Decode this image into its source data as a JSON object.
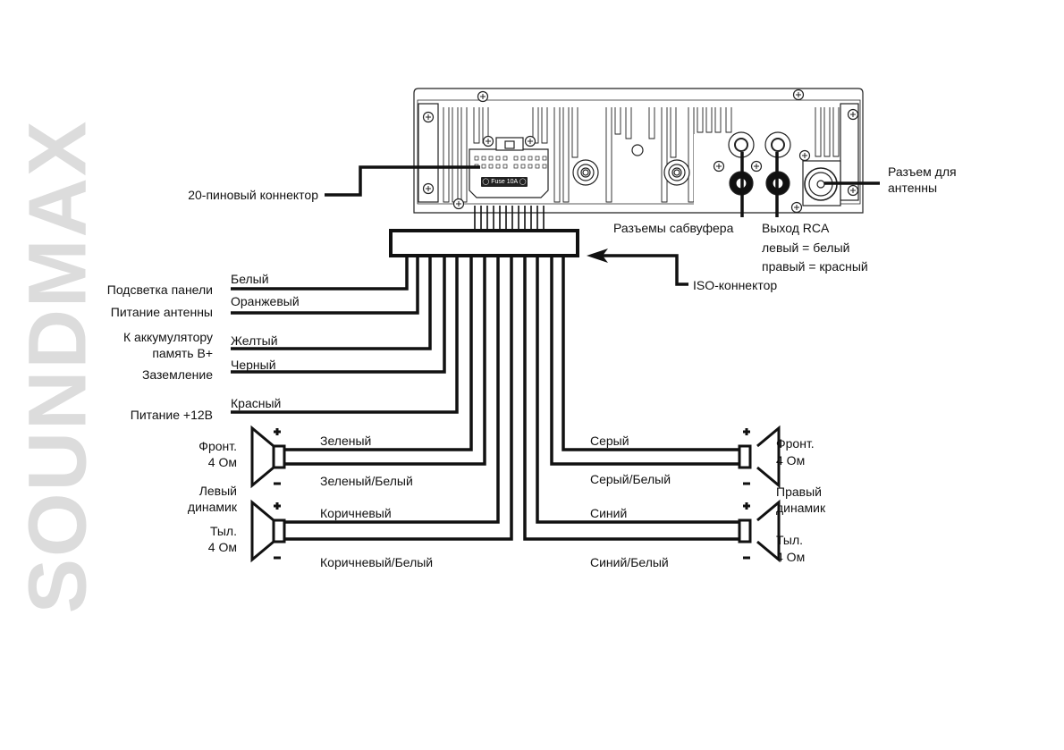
{
  "brand_watermark": "SOUNDMAX",
  "head_unit": {
    "connector_label": "20-пиновый коннектор",
    "fuse_label": "◯ Fuse 10A ◯",
    "subwoofer_label": "Разъемы сабвуфера",
    "rca_label": [
      "Выход RCA",
      "левый = белый",
      "правый = красный"
    ],
    "antenna_label": [
      "Разъем для",
      "антенны"
    ],
    "iso_label": "ISO-коннектор"
  },
  "left_wires": [
    {
      "function": "Подсветка панели",
      "color_label": "Белый"
    },
    {
      "function": "Питание антенны",
      "color_label": "Оранжевый"
    },
    {
      "function": [
        "К аккумулятору",
        "память B+"
      ],
      "color_label": "Желтый"
    },
    {
      "function": "Заземление",
      "color_label": "Черный"
    },
    {
      "function": "Питание +12В",
      "color_label": "Красный"
    }
  ],
  "speakers": {
    "left": {
      "group_label": [
        "Левый",
        "динамик"
      ],
      "front": {
        "label": [
          "Фронт.",
          "4 Ом"
        ],
        "plus_wire": "Зеленый",
        "minus_wire": "Зеленый/Белый"
      },
      "rear": {
        "label": [
          "Тыл.",
          "4 Ом"
        ],
        "plus_wire": "Коричневый",
        "minus_wire": "Коричневый/Белый"
      }
    },
    "right": {
      "group_label": [
        "Правый",
        "динамик"
      ],
      "front": {
        "label": [
          "Фронт.",
          "4 Ом"
        ],
        "plus_wire": "Серый",
        "minus_wire": "Серый/Белый"
      },
      "rear": {
        "label": [
          "Тыл.",
          "4 Ом"
        ],
        "plus_wire": "Синий",
        "minus_wire": "Синий/Белый"
      }
    },
    "plus_sign": "+",
    "minus_sign": "−"
  }
}
